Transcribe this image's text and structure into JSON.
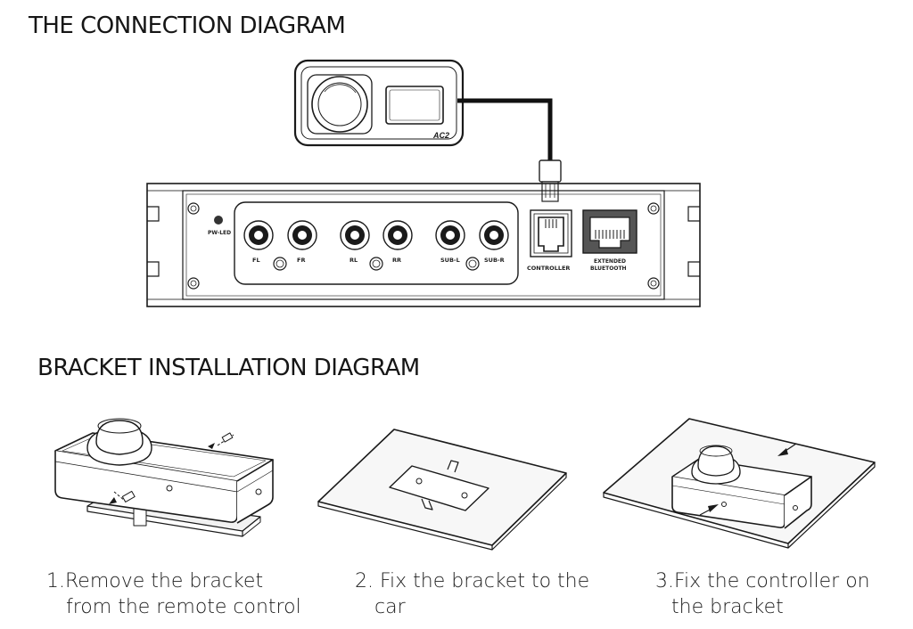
{
  "titles": {
    "connection": "THE CONNECTION DIAGRAM",
    "bracket": "BRACKET INSTALLATION DIAGRAM"
  },
  "controller": {
    "brand": "AC2"
  },
  "panel": {
    "led_label": "PW-LED",
    "ports": [
      "FL",
      "FR",
      "RL",
      "RR",
      "SUB-L",
      "SUB-R"
    ],
    "controller_label": "CONTROLLER",
    "bluetooth_label_1": "EXTENDED",
    "bluetooth_label_2": "BLUETOOTH"
  },
  "steps": [
    {
      "line1": "1.Remove the bracket",
      "line2": "from the remote control"
    },
    {
      "line1": "2. Fix the bracket to the",
      "line2": "car"
    },
    {
      "line1": "3.Fix the controller on",
      "line2": "the bracket"
    }
  ]
}
